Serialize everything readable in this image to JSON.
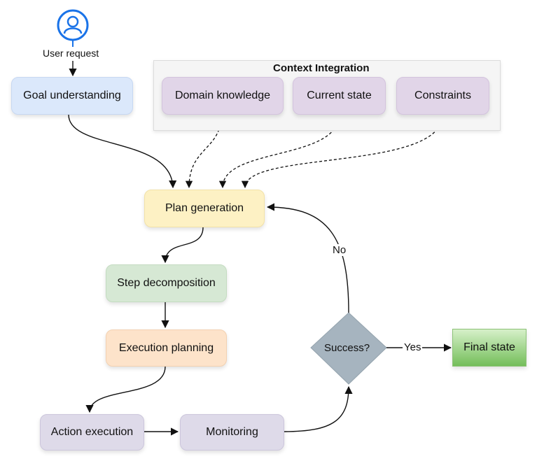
{
  "user": {
    "label": "User request",
    "icon": "user-icon"
  },
  "context": {
    "title": "Context Integration",
    "items": [
      "Domain knowledge",
      "Current state",
      "Constraints"
    ]
  },
  "nodes": {
    "goal": "Goal understanding",
    "plan": "Plan generation",
    "step": "Step decomposition",
    "exec_plan": "Execution planning",
    "action": "Action execution",
    "monitor": "Monitoring",
    "success": "Success?",
    "final": "Final state"
  },
  "edges": {
    "yes": "Yes",
    "no": "No"
  },
  "colors": {
    "icon": "#1a73e8",
    "goal": "#dbe8fb",
    "context_items": "#e1d5e8",
    "plan": "#fdf1c4",
    "step": "#d6e8d4",
    "exec_plan": "#fde3ca",
    "action_monitor": "#dedae9",
    "decision": "#a6b4bf",
    "final": "#74be5a"
  }
}
